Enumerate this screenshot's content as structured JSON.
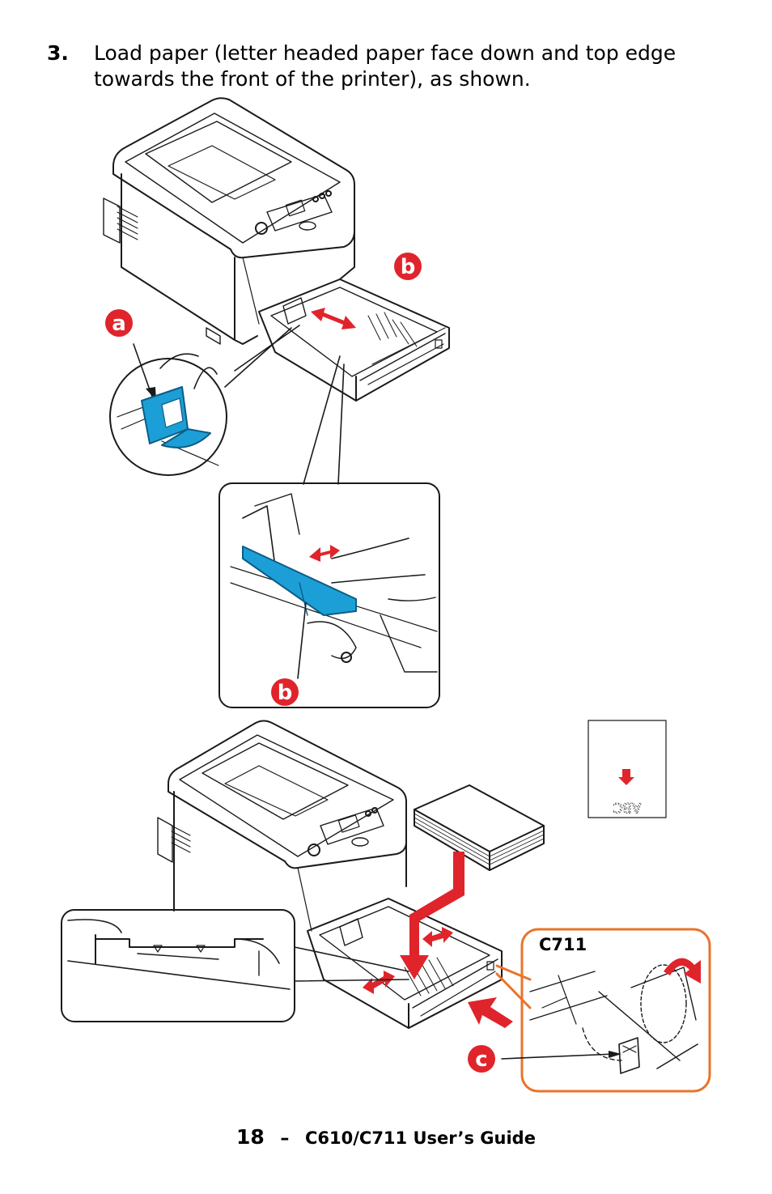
{
  "step": {
    "number": "3.",
    "text": "Load paper (letter headed paper face down and top edge towards the front of the printer), as shown."
  },
  "callouts": {
    "a": "a",
    "b_top": "b",
    "b_detail": "b",
    "c": "c",
    "model_label": "C711"
  },
  "paper_icon": {
    "letters": "ABC"
  },
  "footer": {
    "page_number": "18",
    "separator": "–",
    "title": "C610/C711 User’s Guide"
  },
  "colors": {
    "callout_red": "#e0242b",
    "guide_blue": "#1c9fd6",
    "detail_orange": "#e8742a",
    "line": "#1a1a1a"
  }
}
